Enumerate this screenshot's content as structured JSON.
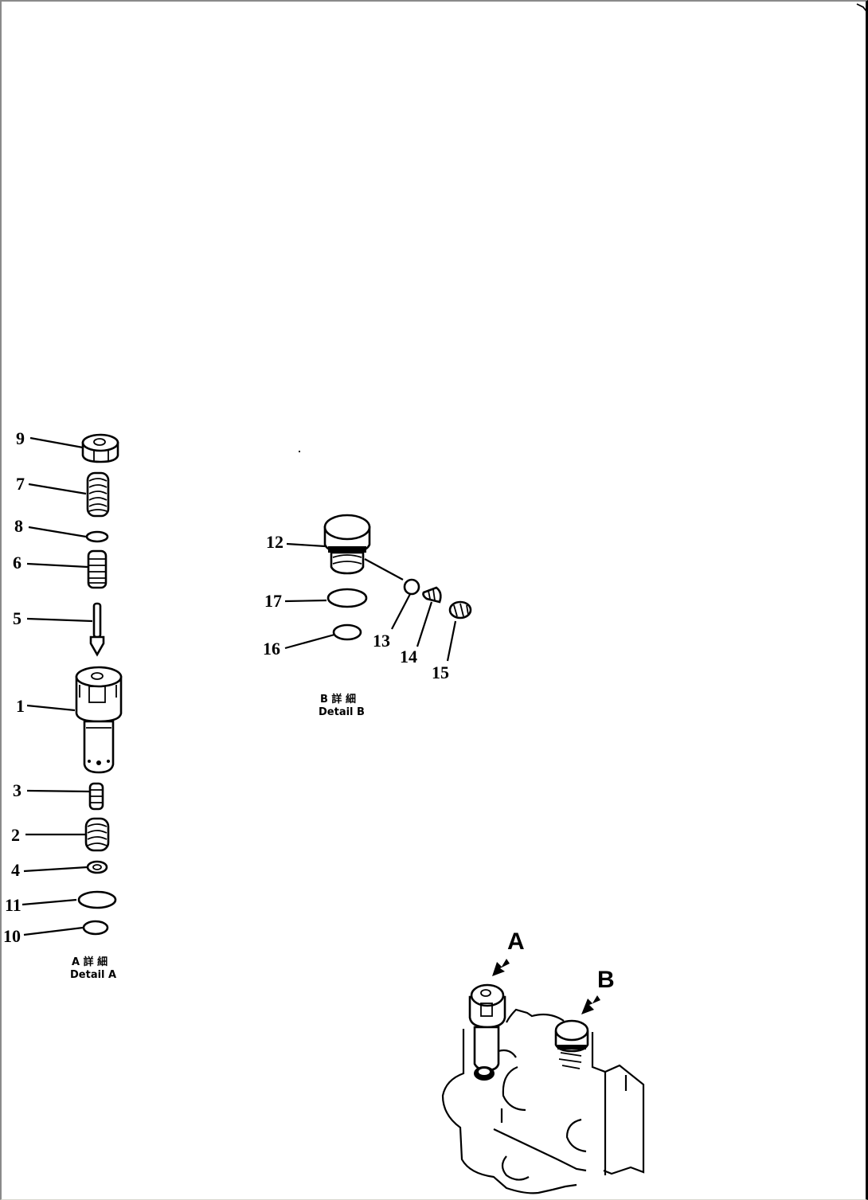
{
  "diagram": {
    "type": "exploded parts diagram",
    "detail_a": {
      "caption_jp": "A 詳 細",
      "caption_en": "Detail A",
      "callouts": [
        {
          "id": "9",
          "label": "9",
          "part": "nut"
        },
        {
          "id": "7",
          "label": "7",
          "part": "spring"
        },
        {
          "id": "8",
          "label": "8",
          "part": "o-ring"
        },
        {
          "id": "6",
          "label": "6",
          "part": "spring"
        },
        {
          "id": "5",
          "label": "5",
          "part": "poppet"
        },
        {
          "id": "1",
          "label": "1",
          "part": "valve body"
        },
        {
          "id": "3",
          "label": "3",
          "part": "spring"
        },
        {
          "id": "2",
          "label": "2",
          "part": "spring"
        },
        {
          "id": "4",
          "label": "4",
          "part": "washer"
        },
        {
          "id": "11",
          "label": "11",
          "part": "o-ring"
        },
        {
          "id": "10",
          "label": "10",
          "part": "o-ring"
        }
      ]
    },
    "detail_b": {
      "caption_jp": "B 詳 細",
      "caption_en": "Detail B",
      "callouts": [
        {
          "id": "12",
          "label": "12",
          "part": "plug"
        },
        {
          "id": "17",
          "label": "17",
          "part": "o-ring"
        },
        {
          "id": "16",
          "label": "16",
          "part": "o-ring"
        },
        {
          "id": "13",
          "label": "13",
          "part": "ball"
        },
        {
          "id": "14",
          "label": "14",
          "part": "spring"
        },
        {
          "id": "15",
          "label": "15",
          "part": "seat"
        }
      ]
    },
    "assembly": {
      "marker_a": "A",
      "marker_b": "B",
      "part": "valve assembly"
    }
  }
}
